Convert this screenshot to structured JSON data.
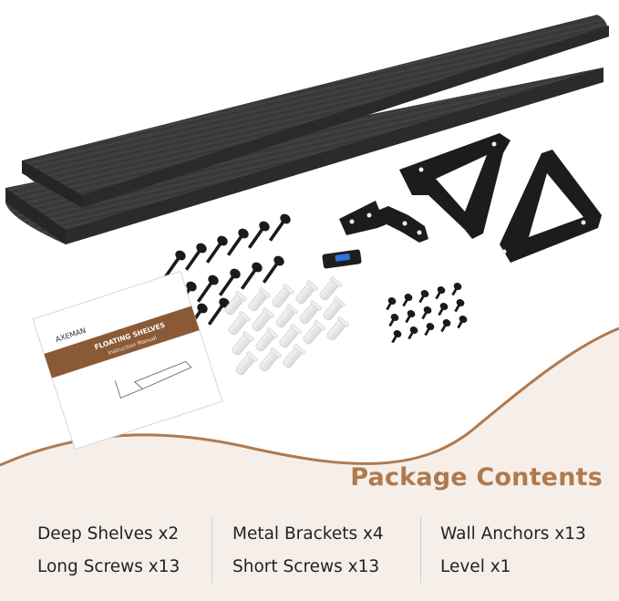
{
  "manual": {
    "brand": "AXEMAN",
    "title": "FLOATING SHELVES",
    "subtitle": "Instruction Manual"
  },
  "section_title": "Package Contents",
  "contents": [
    [
      "Deep Shelves x2",
      "Metal Brackets x4",
      "Wall Anchors x13"
    ],
    [
      "Long Screws x13",
      "Short Screws x13",
      "Level x1"
    ]
  ],
  "colors": {
    "accent": "#b07a4f",
    "wave": "#f6efe9",
    "shelf": "#3a3a3a",
    "text": "#222222"
  }
}
